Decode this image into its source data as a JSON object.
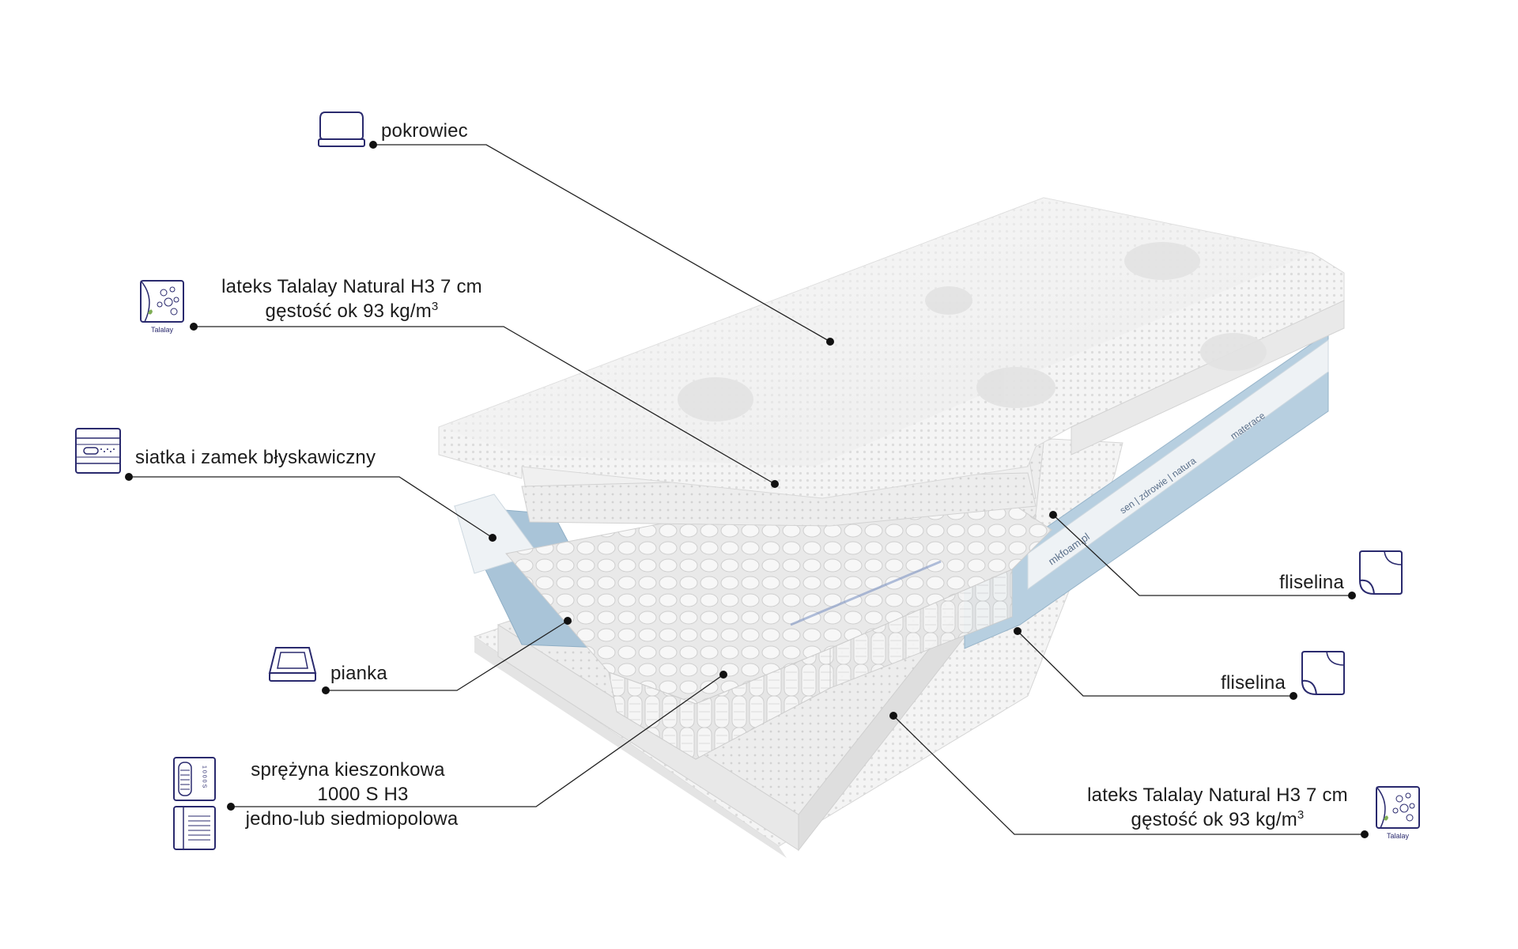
{
  "callouts": {
    "cover": {
      "line1": "pokrowiec",
      "icon": "mattress-cover-icon"
    },
    "latex_top": {
      "line1": "lateks Talalay Natural H3 7 cm",
      "line2_prefix": "gęstość ok 93 kg/m",
      "line2_sup": "3",
      "icon": "talalay-latex-icon",
      "icon_caption": "Talalay"
    },
    "mesh_zip": {
      "line1": "siatka i zamek błyskawiczny",
      "icon": "zipper-mesh-icon"
    },
    "foam": {
      "line1": "pianka",
      "icon": "foam-frame-icon"
    },
    "springs": {
      "line1": "sprężyna kieszonkowa",
      "line2": "1000 S H3",
      "line3": "jedno-lub siedmiopolowa",
      "icon": "pocket-spring-icon",
      "icon2": "zones-icon",
      "spring_icon_digits": "1000S"
    },
    "fleece_top": {
      "line1": "fliselina",
      "icon": "fleece-sheet-icon"
    },
    "fleece_bottom": {
      "line1": "fliselina",
      "icon": "fleece-sheet-icon"
    },
    "latex_bottom": {
      "line1": "lateks Talalay Natural H3 7 cm",
      "line2_prefix": "gęstość ok 93 kg/m",
      "line2_sup": "3",
      "icon": "talalay-latex-icon",
      "icon_caption": "Talalay"
    }
  },
  "band_text": {
    "brand": "mkfoam.pl",
    "tagline": "sen | zdrowie | natura",
    "word": "materace"
  },
  "colors": {
    "icon_stroke": "#2a2a6e",
    "foam_blue": "#a9c4d8",
    "fabric_white": "#f3f3f3"
  }
}
